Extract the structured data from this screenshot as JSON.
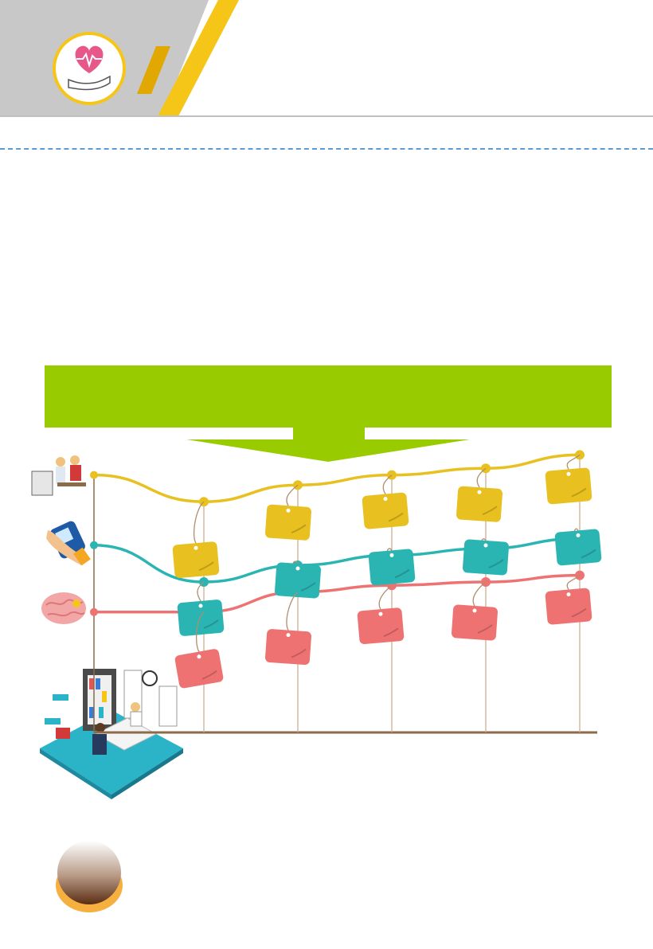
{
  "colors": {
    "header_gray": "#c8c8c8",
    "ribbon_yellow": "#f5c518",
    "heart_pink": "#e8578a",
    "banner_green": "#99cc00",
    "divider_blue": "#5b9bd5",
    "axis_brown": "#8b6b4a",
    "series_colors": [
      "#e8c020",
      "#2ab5b2",
      "#ee7272"
    ]
  },
  "icons": {
    "logo": "heart-in-hand-icon",
    "series": [
      "doctor-patient-consultation-icon",
      "glucose-meter-icon",
      "brain-icon"
    ],
    "scene": "doctor-office-isometric-icon",
    "badge": "gradient-circle-badge-icon"
  },
  "chart_data": {
    "type": "line",
    "title": "",
    "xlabel": "",
    "ylabel": "",
    "x": [
      0,
      1,
      2,
      3,
      4,
      5
    ],
    "ylim": [
      0,
      100
    ],
    "grid": false,
    "series": [
      {
        "values": [
          77,
          69,
          74,
          77,
          79,
          83
        ]
      },
      {
        "values": [
          56,
          45,
          50,
          53,
          55,
          58
        ]
      },
      {
        "values": [
          36,
          36,
          42,
          44,
          45,
          47
        ]
      }
    ]
  }
}
